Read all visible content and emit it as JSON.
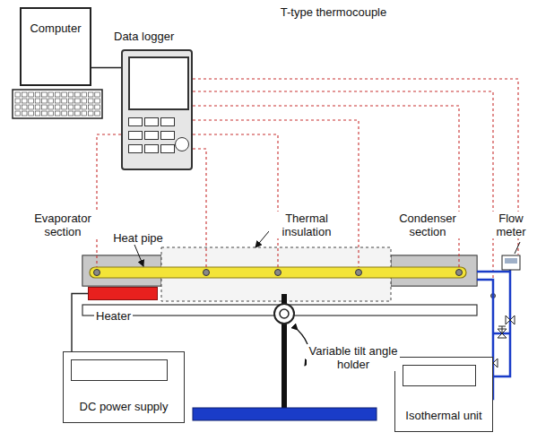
{
  "diagram": {
    "nodes": [
      {
        "text": [
          "Computer"
        ]
      },
      {
        "text": [
          "Data logger"
        ]
      },
      {
        "text": [
          "Heater"
        ]
      },
      {
        "text": [
          "DC power supply"
        ]
      },
      {
        "text": [
          "Isothermal unit"
        ]
      }
    ],
    "edges": [
      {
        "from": 0,
        "to": 1,
        "arrow": "none"
      },
      {
        "from": 2,
        "to": 3,
        "arrow": "none"
      }
    ],
    "labels": [
      "T-type thermocouple",
      "Evaporator section",
      "Heat pipe",
      "Thermal insulation",
      "Condenser section",
      "Flow meter",
      "Variable tilt angle holder"
    ]
  }
}
